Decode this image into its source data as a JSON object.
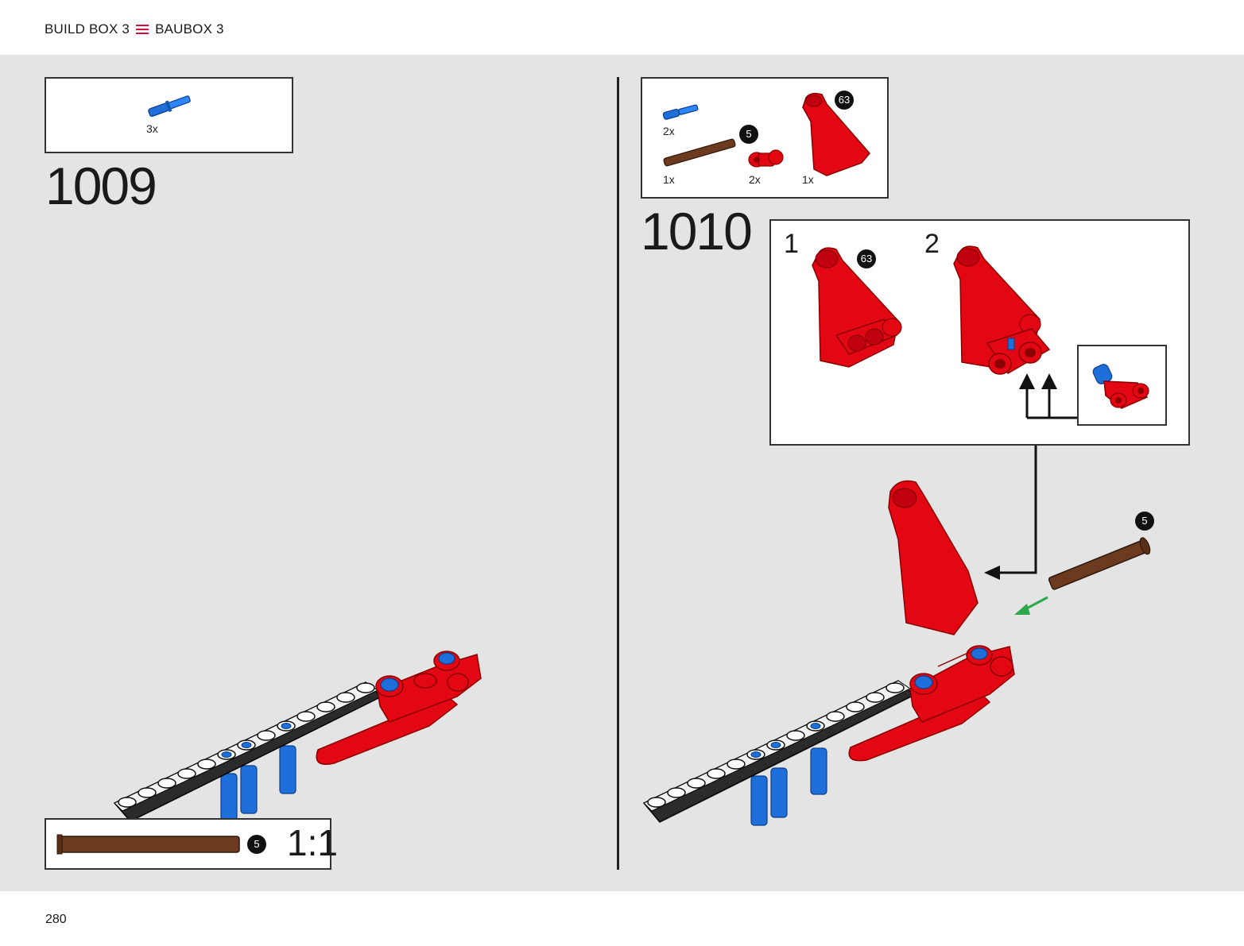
{
  "header": {
    "title_left": "BUILD BOX 3",
    "title_right": "BAUBOX 3",
    "menu_icon": "menu-lines-icon",
    "accent_color": "#d0103a"
  },
  "left_page": {
    "step": "1009",
    "parts": [
      {
        "part": "blue-axle-pin",
        "qty": "3x"
      }
    ],
    "scale_box": {
      "callout": "5",
      "scale": "1:1",
      "part": "brown-axle"
    }
  },
  "right_page": {
    "step": "1010",
    "parts": [
      {
        "part": "blue-axle-pin",
        "qty": "2x"
      },
      {
        "part": "brown-axle",
        "qty": "1x",
        "callout": "5"
      },
      {
        "part": "red-connector",
        "qty": "2x"
      },
      {
        "part": "red-panel",
        "qty": "1x",
        "callout": "63"
      }
    ],
    "substeps": [
      {
        "num": "1",
        "callout": "63"
      },
      {
        "num": "2"
      }
    ],
    "main_callout": "5"
  },
  "footer": {
    "page_number": "280"
  },
  "colors": {
    "red": "#e30613",
    "blue": "#1e6fd9",
    "brown": "#6b3a1f",
    "beam": "#2b2b2b",
    "background": "#e4e4e4"
  }
}
